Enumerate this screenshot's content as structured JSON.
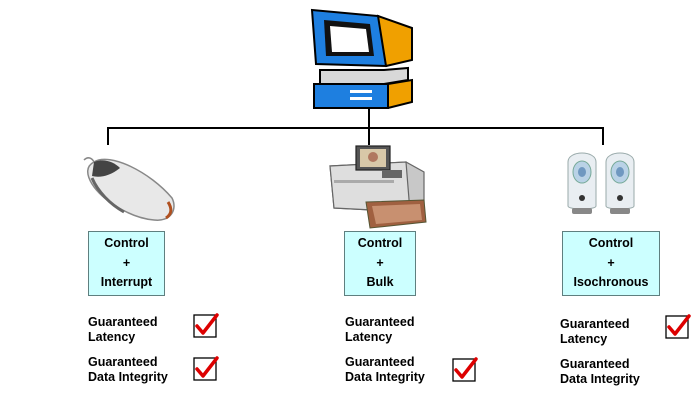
{
  "devices": [
    {
      "name": "mouse-icon",
      "transfer_types": [
        "Control",
        "+",
        "Interrupt"
      ],
      "guarantees": [
        {
          "line1": "Guaranteed",
          "line2": "Latency",
          "checked": true
        },
        {
          "line1": "Guaranteed",
          "line2": "Data Integrity",
          "checked": true
        }
      ]
    },
    {
      "name": "printer-icon",
      "transfer_types": [
        "Control",
        "+",
        "Bulk"
      ],
      "guarantees": [
        {
          "line1": "Guaranteed",
          "line2": "Latency",
          "checked": false
        },
        {
          "line1": "Guaranteed",
          "line2": "Data Integrity",
          "checked": true
        }
      ]
    },
    {
      "name": "speakers-icon",
      "transfer_types": [
        "Control",
        "+",
        "Isochronous"
      ],
      "guarantees": [
        {
          "line1": "Guaranteed",
          "line2": "Latency",
          "checked": true
        },
        {
          "line1": "Guaranteed",
          "line2": "Data Integrity",
          "checked": false
        }
      ]
    }
  ],
  "colors": {
    "box_fill": "#ccffff",
    "check_mark": "#dd0000",
    "computer_blue": "#1e7fe0"
  }
}
